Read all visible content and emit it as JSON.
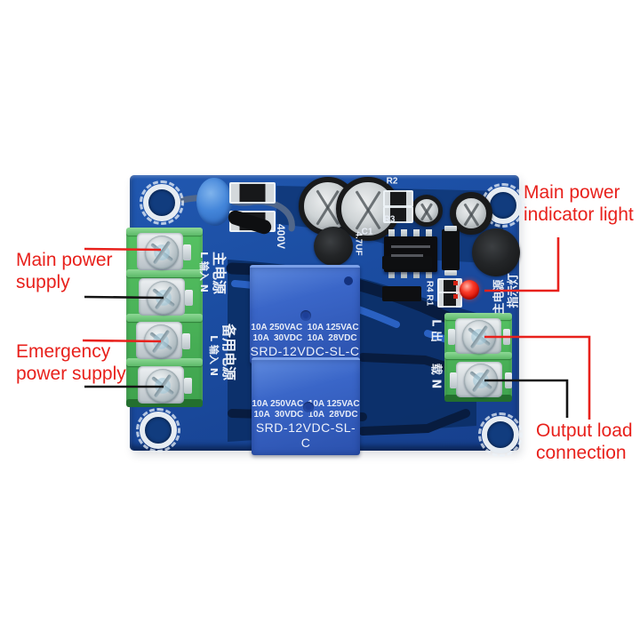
{
  "annotations": {
    "main_power_supply": "Main power supply",
    "emergency_power_supply": "Emergency power supply",
    "main_power_indicator": "Main power indicator light",
    "output_load_connection": "Output load connection"
  },
  "board": {
    "relay": {
      "line1": "10A 250VAC  10A 125VAC",
      "line2": "10A  30VDC  10A  28VDC",
      "model": "SRD-12VDC-SL-C"
    },
    "silkscreen": {
      "main_power_cn": "主电源",
      "main_input_ln": "L 输入 N",
      "backup_power_cn": "备用电源",
      "backup_input_ln": "L 输入 N",
      "output_l": "L 出",
      "load_n": "载 N",
      "led_label_cn_1": "主电源",
      "led_label_cn_2": "指示灯",
      "r2": "R2",
      "r3": "R3",
      "r4_r1": "R4 R1",
      "c1": "C1",
      "cap_value": "4.7UF",
      "cap_voltage": "400V"
    },
    "colors": {
      "pcb_blue": "#1b4da2",
      "trace_navy": "#0c2f68",
      "relay_blue": "#3a66c8",
      "terminal_green": "#46ae54",
      "led_red": "#e32117",
      "annotation_red": "#e8211c"
    }
  }
}
